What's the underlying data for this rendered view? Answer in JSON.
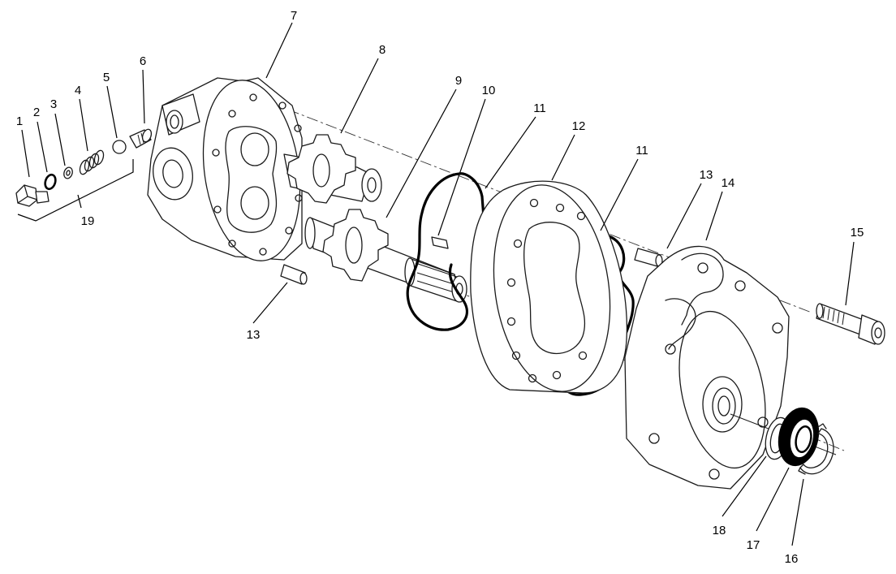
{
  "callouts": {
    "c1": "1",
    "c2": "2",
    "c3": "3",
    "c4": "4",
    "c5": "5",
    "c6": "6",
    "c7": "7",
    "c8": "8",
    "c9": "9",
    "c10": "10",
    "c11a": "11",
    "c11b": "11",
    "c12": "12",
    "c13a": "13",
    "c13b": "13",
    "c14": "14",
    "c15": "15",
    "c16": "16",
    "c17": "17",
    "c18": "18",
    "c19": "19"
  }
}
